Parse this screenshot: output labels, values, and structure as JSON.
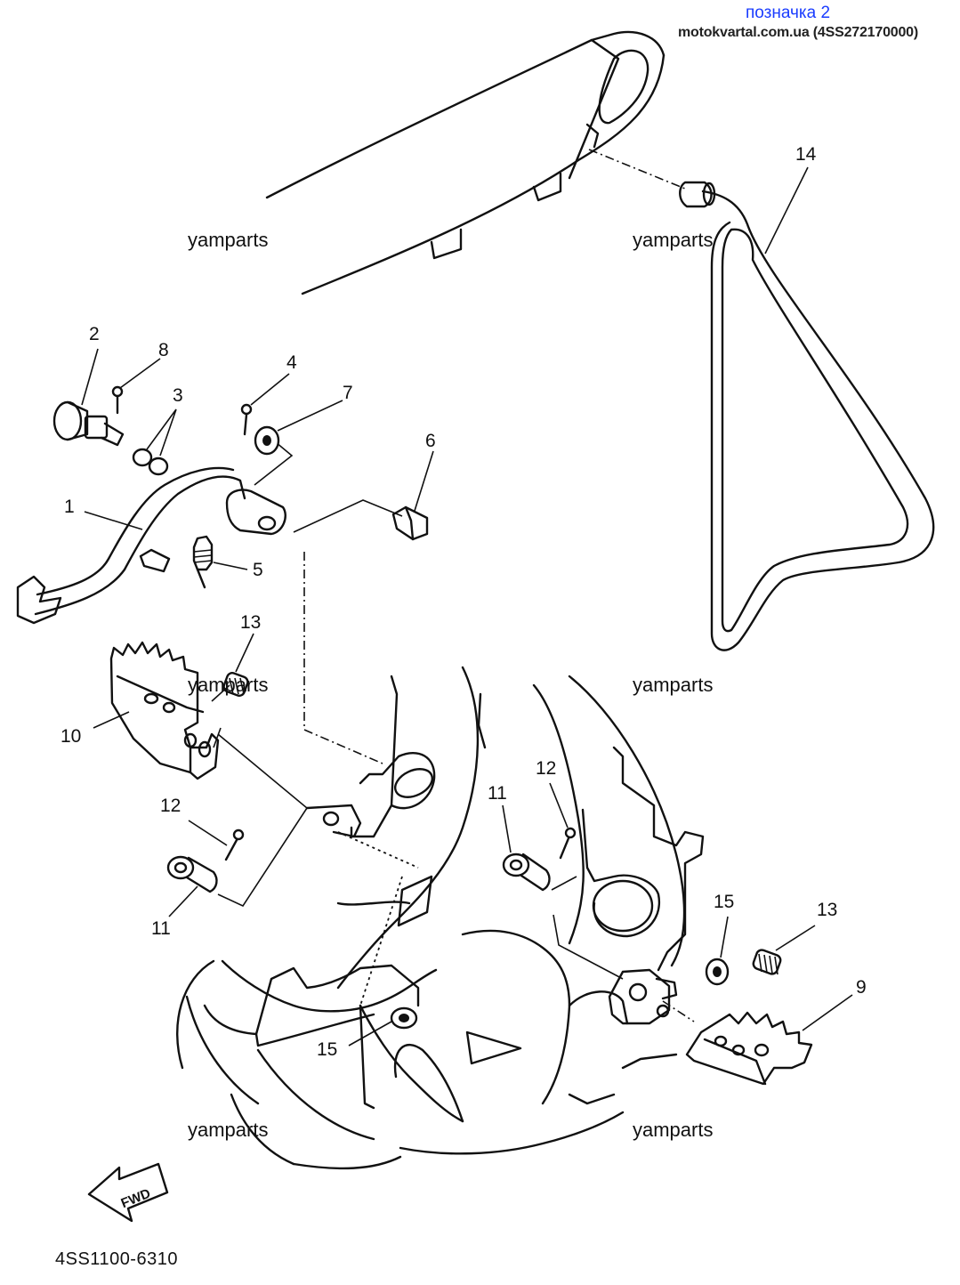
{
  "header": {
    "title": "позначка 2",
    "source": "motokvartal.com.ua (4SS272170000)"
  },
  "footer": {
    "code": "4SS1100-6310",
    "fwd_label": "FWD"
  },
  "watermarks": [
    "yamparts",
    "yamparts",
    "yamparts",
    "yamparts",
    "yamparts",
    "yamparts"
  ],
  "callouts": {
    "c1": "1",
    "c2": "2",
    "c3": "3",
    "c4": "4",
    "c5": "5",
    "c6": "6",
    "c7": "7",
    "c8": "8",
    "c9": "9",
    "c10": "10",
    "c11a": "11",
    "c11b": "11",
    "c12a": "12",
    "c12b": "12",
    "c13a": "13",
    "c13b": "13",
    "c14": "14",
    "c15a": "15",
    "c15b": "15"
  }
}
